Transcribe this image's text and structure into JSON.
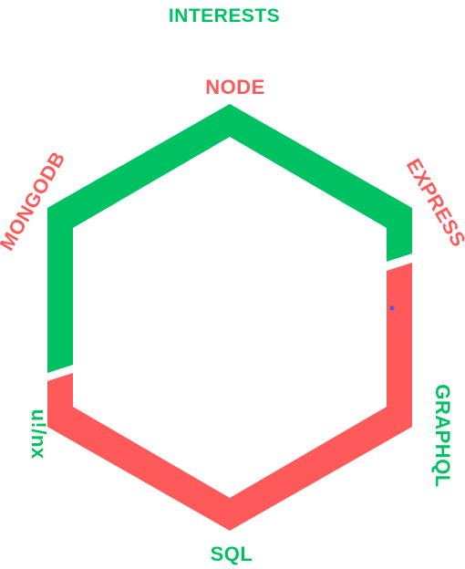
{
  "title": "INTERESTS",
  "labels": {
    "node": "NODE",
    "express": "EXPRESS",
    "graphql": "GRAPHQL",
    "sql": "SQL",
    "unix": "u!/nx",
    "mongodb": "MONGODB"
  },
  "colors": {
    "green": "#00c162",
    "red": "#ff5a5a",
    "dot": "#5555dd",
    "background": "#ffffff"
  }
}
